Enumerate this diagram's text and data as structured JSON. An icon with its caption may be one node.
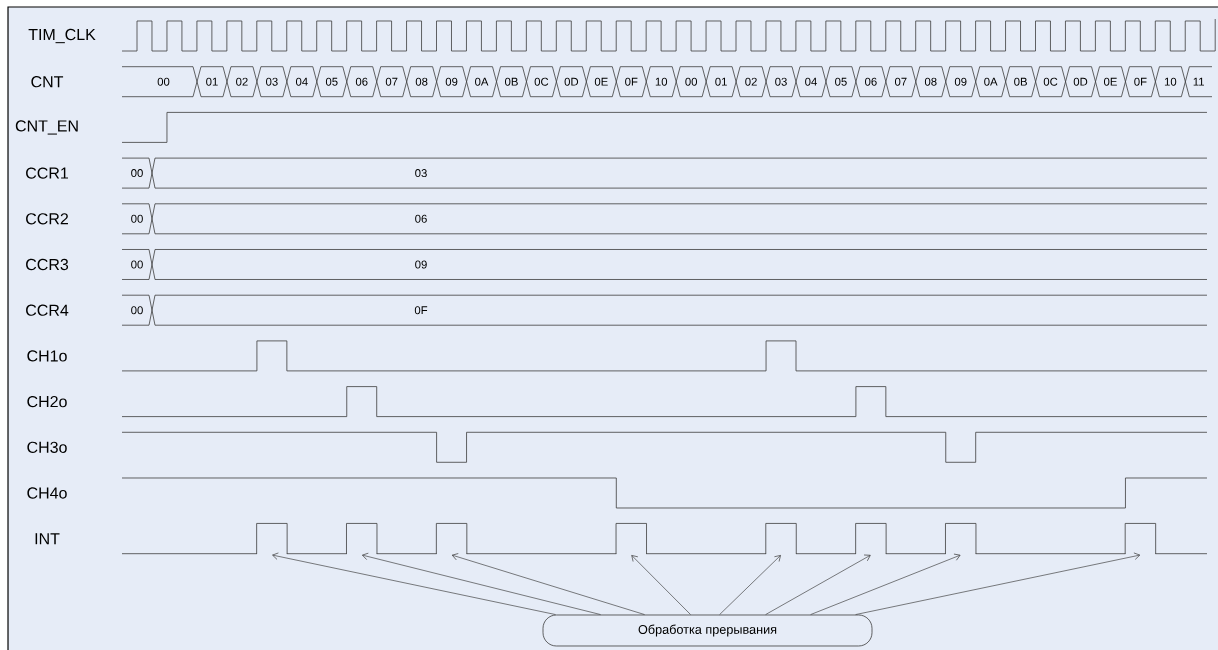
{
  "diagram": {
    "nodes": [
      {
        "text": [],
        "shape": "pulse"
      },
      {
        "text": [],
        "shape": "pulse"
      },
      {
        "text": [],
        "shape": "pulse"
      },
      {
        "text": [],
        "shape": "pulse"
      },
      {
        "text": [],
        "shape": "pulse"
      },
      {
        "text": [],
        "shape": "pulse"
      },
      {
        "text": [],
        "shape": "pulse"
      },
      {
        "text": [],
        "shape": "pulse"
      },
      {
        "text": [
          "Обработка прерывания"
        ]
      }
    ],
    "edges": [
      {
        "from": 8,
        "to": 0,
        "arrow": "to"
      },
      {
        "from": 8,
        "to": 1,
        "arrow": "to"
      },
      {
        "from": 8,
        "to": 2,
        "arrow": "to"
      },
      {
        "from": 8,
        "to": 3,
        "arrow": "to"
      },
      {
        "from": 8,
        "to": 4,
        "arrow": "to"
      },
      {
        "from": 8,
        "to": 5,
        "arrow": "to"
      },
      {
        "from": 8,
        "to": 6,
        "arrow": "to"
      },
      {
        "from": 8,
        "to": 7,
        "arrow": "to"
      }
    ],
    "labels": [
      "TIM_CLK",
      "CNT",
      "00",
      "01",
      "02",
      "03",
      "04",
      "05",
      "06",
      "07",
      "08",
      "09",
      "0A",
      "0B",
      "0C",
      "0D",
      "0E",
      "0F",
      "10",
      "00",
      "01",
      "02",
      "03",
      "04",
      "05",
      "06",
      "07",
      "08",
      "09",
      "0A",
      "0B",
      "0C",
      "0D",
      "0E",
      "0F",
      "10",
      "11",
      "CNT_EN",
      "CCR1",
      "00",
      "03",
      "CCR2",
      "00",
      "06",
      "CCR3",
      "00",
      "09",
      "CCR4",
      "00",
      "0F",
      "CH1o",
      "CH2o",
      "CH3o",
      "CH4o",
      "INT"
    ]
  }
}
